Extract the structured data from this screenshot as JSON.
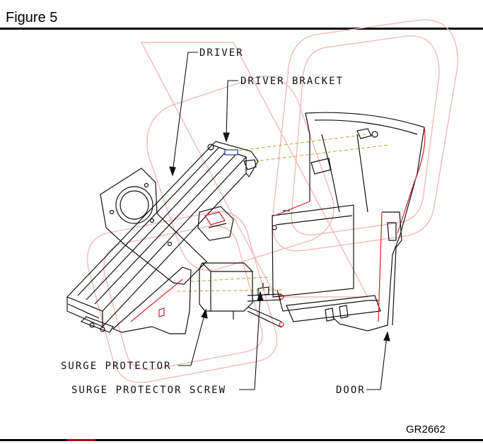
{
  "figure": {
    "title": "Figure 5",
    "code": "GR2662"
  },
  "labels": {
    "driver": "DRIVER",
    "driver_bracket": "DRIVER BRACKET",
    "surge_protector": "SURGE PROTECTOR",
    "surge_protector_screw": "SURGE PROTECTOR SCREW",
    "door": "DOOR"
  },
  "colors": {
    "line": "#111111",
    "accent_red": "#d0202a",
    "watermark": "#f0b8bc",
    "guide_dash": "#b8a830"
  }
}
